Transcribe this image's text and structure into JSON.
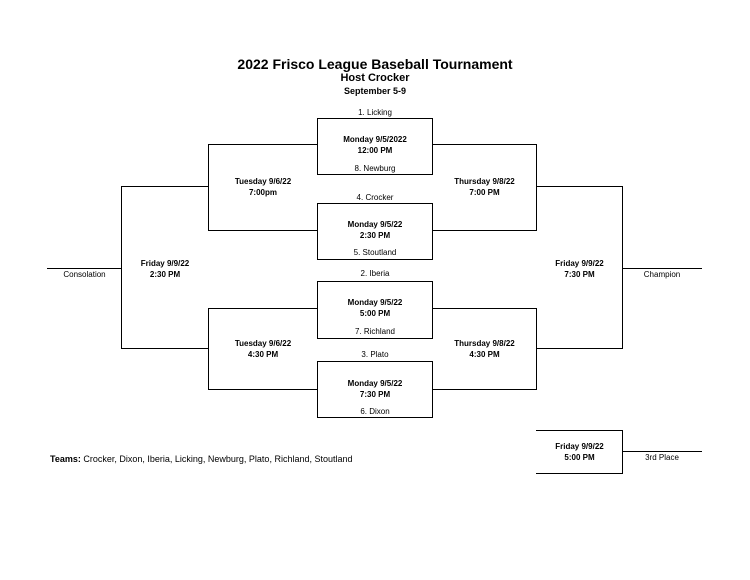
{
  "header": {
    "title": "2022 Frisco League Baseball Tournament",
    "host": "Host Crocker",
    "dates": "September 5-9"
  },
  "seeds": {
    "s1": "1. Licking",
    "s8": "8. Newburg",
    "s4": "4. Crocker",
    "s5": "5. Stoutland",
    "s2": "2. Iberia",
    "s7": "7. Richland",
    "s3": "3. Plato",
    "s6": "6. Dixon"
  },
  "games": {
    "g1": {
      "day": "Monday 9/5/2022",
      "time": "12:00 PM"
    },
    "g2": {
      "day": "Monday 9/5/22",
      "time": "2:30 PM"
    },
    "g3": {
      "day": "Monday 9/5/22",
      "time": "5:00 PM"
    },
    "g4": {
      "day": "Monday 9/5/22",
      "time": "7:30 PM"
    },
    "cons_top": {
      "day": "Tuesday 9/6/22",
      "time": "7:00pm"
    },
    "cons_bot": {
      "day": "Tuesday 9/6/22",
      "time": "4:30 PM"
    },
    "semi_top": {
      "day": "Thursday 9/8/22",
      "time": "7:00 PM"
    },
    "semi_bot": {
      "day": "Thursday 9/8/22",
      "time": "4:30 PM"
    },
    "cons_final": {
      "day": "Friday 9/9/22",
      "time": "2:30 PM"
    },
    "final": {
      "day": "Friday 9/9/22",
      "time": "7:30 PM"
    },
    "third": {
      "day": "Friday 9/9/22",
      "time": "5:00 PM"
    }
  },
  "results": {
    "consolation": "Consolation",
    "champion": "Champion",
    "third_place": "3rd Place"
  },
  "teams": {
    "label": "Teams:",
    "list": " Crocker, Dixon, Iberia, Licking, Newburg, Plato, Richland, Stoutland"
  }
}
